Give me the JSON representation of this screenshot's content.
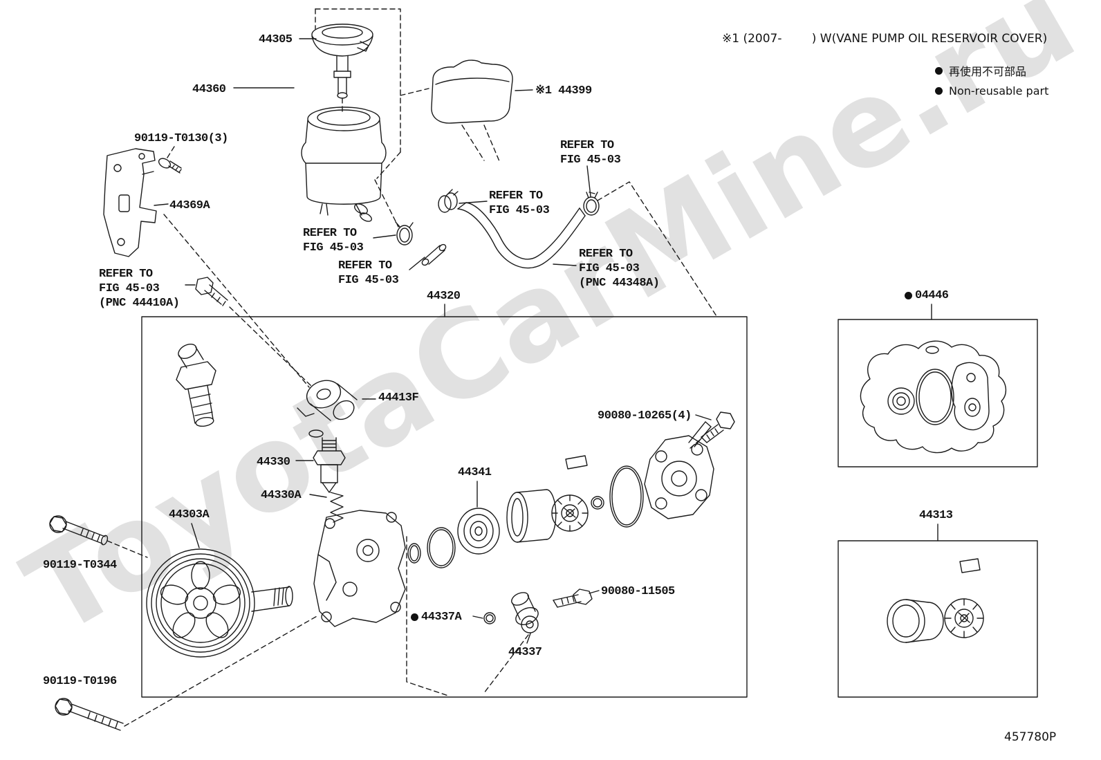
{
  "page": {
    "figure_code": "457780P",
    "watermark": "ToyotaCarMine.ru"
  },
  "header": {
    "note1": "※1 (2007-        ) W(VANE PUMP OIL RESERVOIR COVER)",
    "legend": {
      "jp": "再使用不可部品",
      "en": "Non-reusable part"
    }
  },
  "labels": {
    "p44305": "44305",
    "p44360": "44360",
    "p90119_t0130": "90119-T0130(3)",
    "p44369a": "44369A",
    "p44399": "※1 44399",
    "refer1": "REFER TO\nFIG 45-03",
    "refer2": "REFER TO\nFIG 45-03",
    "refer3": "REFER TO\nFIG 45-03",
    "refer4": "REFER TO\nFIG 45-03",
    "refer_pnc_44348a": "REFER TO\nFIG 45-03\n(PNC 44348A)",
    "refer_pnc_44410a": "REFER TO\nFIG 45-03\n(PNC 44410A)",
    "p44320": "44320",
    "p44413f": "44413F",
    "p90080_10265": "90080-10265(4)",
    "p44330": "44330",
    "p44330a": "44330A",
    "p44341": "44341",
    "p44303a": "44303A",
    "p90119_t0344": "90119-T0344",
    "p44337a": "44337A",
    "p90080_11505": "90080-11505",
    "p44337": "44337",
    "p90119_t0196": "90119-T0196",
    "p04446": "04446",
    "p44313": "44313"
  }
}
